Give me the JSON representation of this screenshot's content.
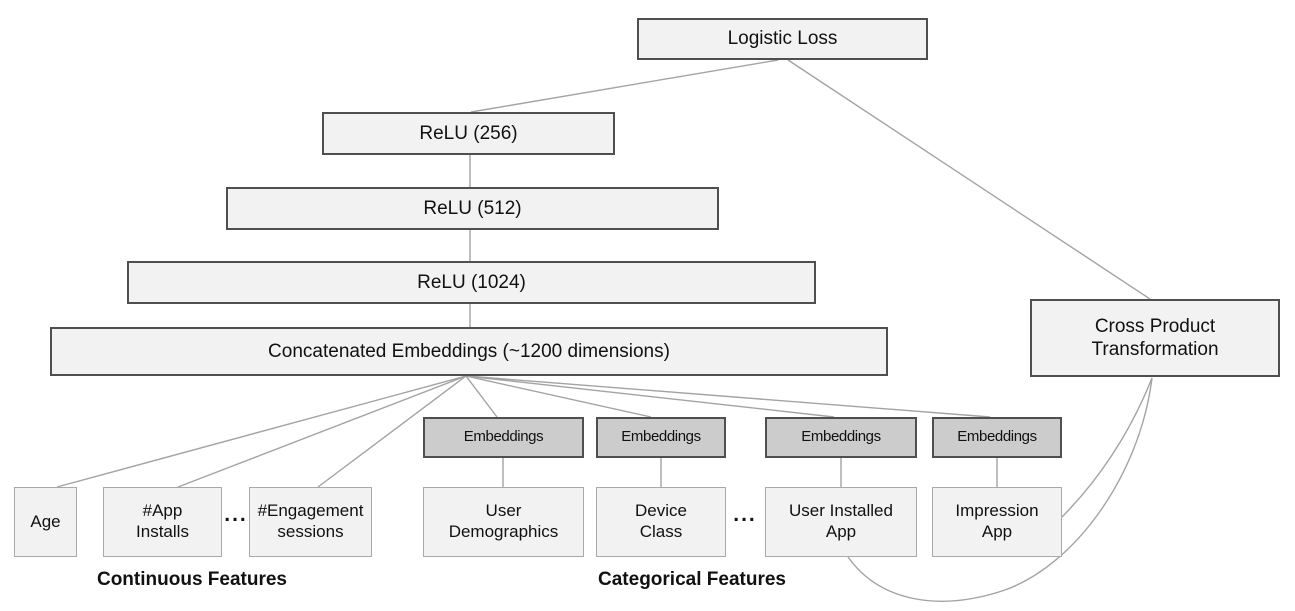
{
  "nodes": {
    "logistic_loss": {
      "label": "Logistic Loss"
    },
    "relu_256": {
      "label": "ReLU (256)"
    },
    "relu_512": {
      "label": "ReLU (512)"
    },
    "relu_1024": {
      "label": "ReLU (1024)"
    },
    "concatenated_embeddings": {
      "label": "Concatenated Embeddings (~1200 dimensions)"
    },
    "cross_product_transformation": {
      "label": "Cross Product Transformation"
    },
    "embeddings": {
      "label": "Embeddings"
    }
  },
  "continuous_features": {
    "group_label": "Continuous Features",
    "ellipsis": "...",
    "items": [
      "Age",
      "#App Installs",
      "#Engagement sessions"
    ]
  },
  "categorical_features": {
    "group_label": "Categorical Features",
    "ellipsis": "...",
    "items": [
      "User Demographics",
      "Device Class",
      "User Installed App",
      "Impression App"
    ]
  },
  "colors": {
    "box_fill": "#f2f2f2",
    "embedding_box_fill": "#cccccc",
    "box_border_dark": "#4f4f4f",
    "box_border_light": "#a9a9a9",
    "connector_line": "#a3a3a3",
    "text": "#111111"
  }
}
